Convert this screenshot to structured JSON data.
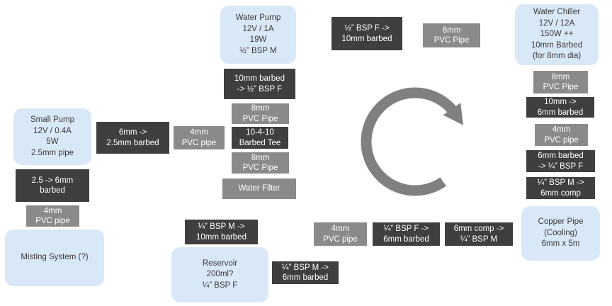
{
  "colors": {
    "node_fill": "#d9e8f7",
    "node_text": "#3a3a3a",
    "dark_fill": "#3f3f3f",
    "gray_fill": "#8a8a8a",
    "connector_text": "#ffffff",
    "arrow": "#808080",
    "background": "#ffffff"
  },
  "icons": {
    "center_cycle": "clockwise-cycle-arrow"
  },
  "nodes": {
    "water_pump": {
      "lines": [
        "Water Pump",
        "12V / 1A",
        "19W",
        "½” BSP M"
      ]
    },
    "water_chiller": {
      "lines": [
        "Water Chiller",
        "12V / 12A",
        "150W ++",
        "10mm Barbed",
        "(for 8mm dia)"
      ]
    },
    "small_pump": {
      "lines": [
        "Small Pump",
        "12V / 0.4A",
        "5W",
        "2.5mm pipe"
      ]
    },
    "misting_system": {
      "lines": [
        "Misting System (?)"
      ]
    },
    "reservoir": {
      "lines": [
        "Reservoir",
        "200ml?",
        "¼” BSP F"
      ]
    },
    "copper_pipe": {
      "lines": [
        "Copper Pipe",
        "(Cooling)",
        "6mm x 5m"
      ]
    }
  },
  "connectors": {
    "half_bspf_to_10mm_barbed": {
      "lines": [
        "½” BSP F ->",
        "10mm barbed"
      ]
    },
    "barbed10_to_half_bspf": {
      "lines": [
        "10mm barbed",
        "-> ½” BSP F"
      ]
    },
    "six_to_25_barbed": {
      "lines": [
        "6mm ->",
        "2.5mm barbed"
      ]
    },
    "two5_to_6_barbed": {
      "lines": [
        "2.5 -> 6mm",
        "barbed"
      ]
    },
    "barbed_tee": {
      "lines": [
        "10-4-10",
        "Barbed Tee"
      ]
    },
    "ten_to_6_barbed": {
      "lines": [
        "10mm ->",
        "6mm barbed"
      ]
    },
    "barbed6_to_quarter_bspf": {
      "lines": [
        "6mm barbed",
        "-> ¼” BSP F"
      ]
    },
    "quarter_bspm_to_6comp": {
      "lines": [
        "¼” BSP M ->",
        "6mm comp"
      ]
    },
    "quarter_bspf_to_6barbed": {
      "lines": [
        "¼” BSP F ->",
        "6mm barbed"
      ]
    },
    "six_comp_to_quarter_bspm": {
      "lines": [
        "6mm comp ->",
        "¼” BSP M"
      ]
    },
    "quarter_bspm_to_10barbed": {
      "lines": [
        "¼” BSP M ->",
        "10mm barbed"
      ]
    },
    "quarter_bspm_to_6barbed": {
      "lines": [
        "¼” BSP M ->",
        "6mm barbed"
      ]
    }
  },
  "pipes": {
    "pvc8_top": {
      "lines": [
        "8mm",
        "PVC Pipe"
      ]
    },
    "pvc8_chiller": {
      "lines": [
        "8mm",
        "PVC Pipe"
      ]
    },
    "pvc4_right": {
      "lines": [
        "4mm",
        "PVC pipe"
      ]
    },
    "pvc8_pump_upper": {
      "lines": [
        "8mm",
        "PVC Pipe"
      ]
    },
    "pvc8_pump_lower": {
      "lines": [
        "8mm",
        "PVC Pipe"
      ]
    },
    "water_filter": {
      "lines": [
        "Water Filter"
      ]
    },
    "pvc4_small_pump": {
      "lines": [
        "4mm",
        "PVC pipe"
      ]
    },
    "pvc4_misting": {
      "lines": [
        "4mm",
        "PVC pipe"
      ]
    },
    "pvc4_bottom": {
      "lines": [
        "4mm",
        "PVC pipe"
      ]
    }
  }
}
